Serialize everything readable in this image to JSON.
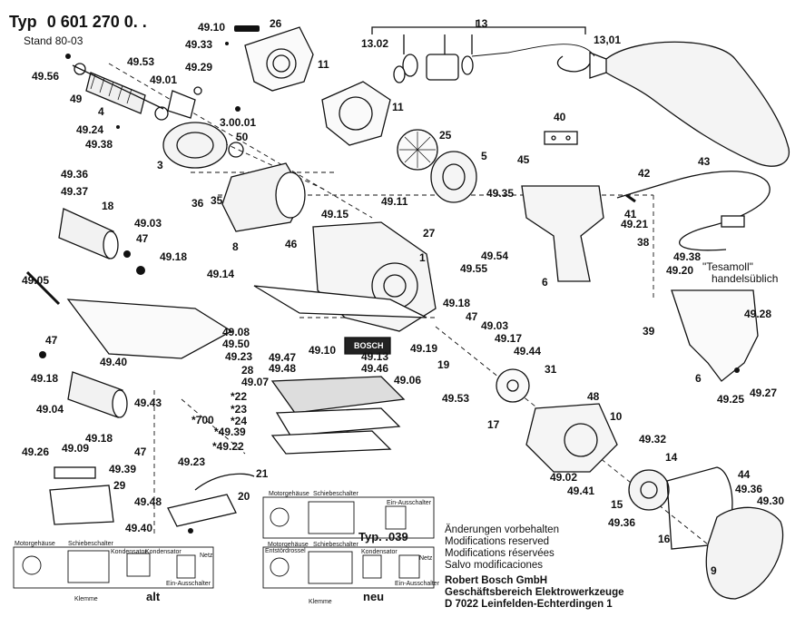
{
  "header": {
    "type_label": "Typ",
    "type_number": "0 601 270 0. .",
    "stand": "Stand 80-03"
  },
  "part_labels": {
    "p13": "13",
    "p13_01": "13,01",
    "p13_02": "13.02",
    "p49_10a": "49.10",
    "p26": "26",
    "p49_33": "49.33",
    "p49_29": "49.29",
    "p11a": "11",
    "p11b": "11",
    "p49_56": "49.56",
    "p49_53a": "49.53",
    "p49": "49",
    "p49_01": "49.01",
    "p4": "4",
    "p49_24": "49.24",
    "p49_38a": "49.38",
    "p3_00_01": "3.00.01",
    "p50": "50",
    "p3": "3",
    "p25": "25",
    "p5": "5",
    "p40": "40",
    "p45": "45",
    "p42": "42",
    "p43": "43",
    "p49_35": "49.35",
    "p49_36a": "49.36",
    "p49_37": "49.37",
    "p18": "18",
    "p49_03a": "49.03",
    "p47a": "47",
    "p49_18a": "49.18",
    "p36": "36",
    "p35": "35",
    "p49_11": "49.11",
    "p49_15": "49.15",
    "p41": "41",
    "p49_21": "49.21",
    "p8": "8",
    "p46": "46",
    "p27": "27",
    "p1": "1",
    "p49_55": "49.55",
    "p49_54": "49.54",
    "p38": "38",
    "p49_38b": "49.38",
    "p49_20": "49.20",
    "p49_14": "49.14",
    "p49_05": "49.05",
    "p6a": "6",
    "p39": "39",
    "p49_18b": "49.18",
    "p47b": "47",
    "p49_03b": "49.03",
    "p49_17": "49.17",
    "p49_44": "49.44",
    "p49_28": "49.28",
    "p49_08": "49.08",
    "p49_50": "49.50",
    "p47c": "47",
    "p49_10b": "49.10",
    "p49_19": "49.19",
    "p49_23a": "49.23",
    "p49_47": "49.47",
    "p49_48a": "49.48",
    "p49_40a": "49.40",
    "p49_18c": "49.18",
    "p49_13": "49.13",
    "p49_46": "49.46",
    "p19": "19",
    "p31": "31",
    "p28": "28",
    "p49_07": "49.07",
    "p49_06": "49.06",
    "p6b": "6",
    "p49_25": "49.25",
    "p49_27": "49.27",
    "p49_43": "49.43",
    "p22": "*22",
    "p23": "*23",
    "p24": "*24",
    "p49_53b": "49.53",
    "p48": "48",
    "p49_04": "49.04",
    "p700": "*700",
    "p10": "10",
    "p17": "17",
    "p49_39a": "*49.39",
    "p49_22": "*49.22",
    "p49_32": "49.32",
    "p14": "14",
    "p49_18d": "49.18",
    "p47d": "47",
    "p49_26": "49.26",
    "p49_09": "49.09",
    "p49_39b": "49.39",
    "p29": "29",
    "p49_02": "49.02",
    "p44": "44",
    "p49_36b": "49.36",
    "p49_41": "49.41",
    "p49_23b": "49.23",
    "p21": "21",
    "p15": "15",
    "p49_30": "49.30",
    "p49_48b": "49.48",
    "p20": "20",
    "p49_36c": "49.36",
    "p16": "16",
    "p49_40b": "49.40",
    "p9": "9"
  },
  "tesamoll": [
    "\"Tesamoll\"",
    "handelsüblich"
  ],
  "plate_label": "BOSCH",
  "schematics": {
    "top_labels": [
      "Motorgehäuse",
      "Schiebeschalter",
      "Ein-Ausschalter"
    ],
    "top_typ": "Typ. .039",
    "left_labels": [
      "Motorgehäuse",
      "Schiebeschalter",
      "Kondensator",
      "Kondensator",
      "Netz",
      "Ein-Ausschalter",
      "Klemme"
    ],
    "left_caption": "alt",
    "right_labels": [
      "Motorgehäuse",
      "Schiebeschalter",
      "Kondensator",
      "Netz",
      "Ein-Ausschalter",
      "Klemme",
      "Entstördrossel"
    ],
    "right_caption": "neu"
  },
  "notes": {
    "changes": [
      "Änderungen vorbehalten",
      "Modifications reserved",
      "Modifications réservées",
      "Salvo modificaciones"
    ],
    "company": [
      "Robert Bosch GmbH",
      "Geschäftsbereich Elektrowerkzeuge",
      "D 7022 Leinfelden-Echterdingen 1"
    ]
  }
}
